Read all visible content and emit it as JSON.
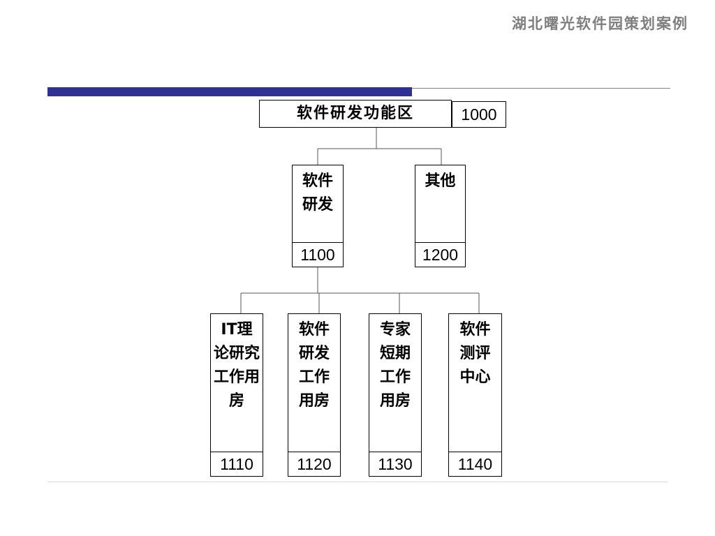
{
  "header": {
    "title": "湖北曙光软件园策划案例"
  },
  "colors": {
    "accent_blue": "#2e3192",
    "header_gray": "#7f7f7f",
    "rule_gray": "#808080"
  },
  "diagram": {
    "root": {
      "label": "软件研发功能区",
      "code": "1000"
    },
    "level1": [
      {
        "label": "软件研发",
        "code": "1100"
      },
      {
        "label": "其他",
        "code": "1200"
      }
    ],
    "level2": [
      {
        "label": "IT理论研究工作用房",
        "code": "1110"
      },
      {
        "label": "软件研发工作用房",
        "code": "1120"
      },
      {
        "label": "专家短期工作用房",
        "code": "1130"
      },
      {
        "label": "软件测评中心",
        "code": "1140"
      }
    ]
  }
}
